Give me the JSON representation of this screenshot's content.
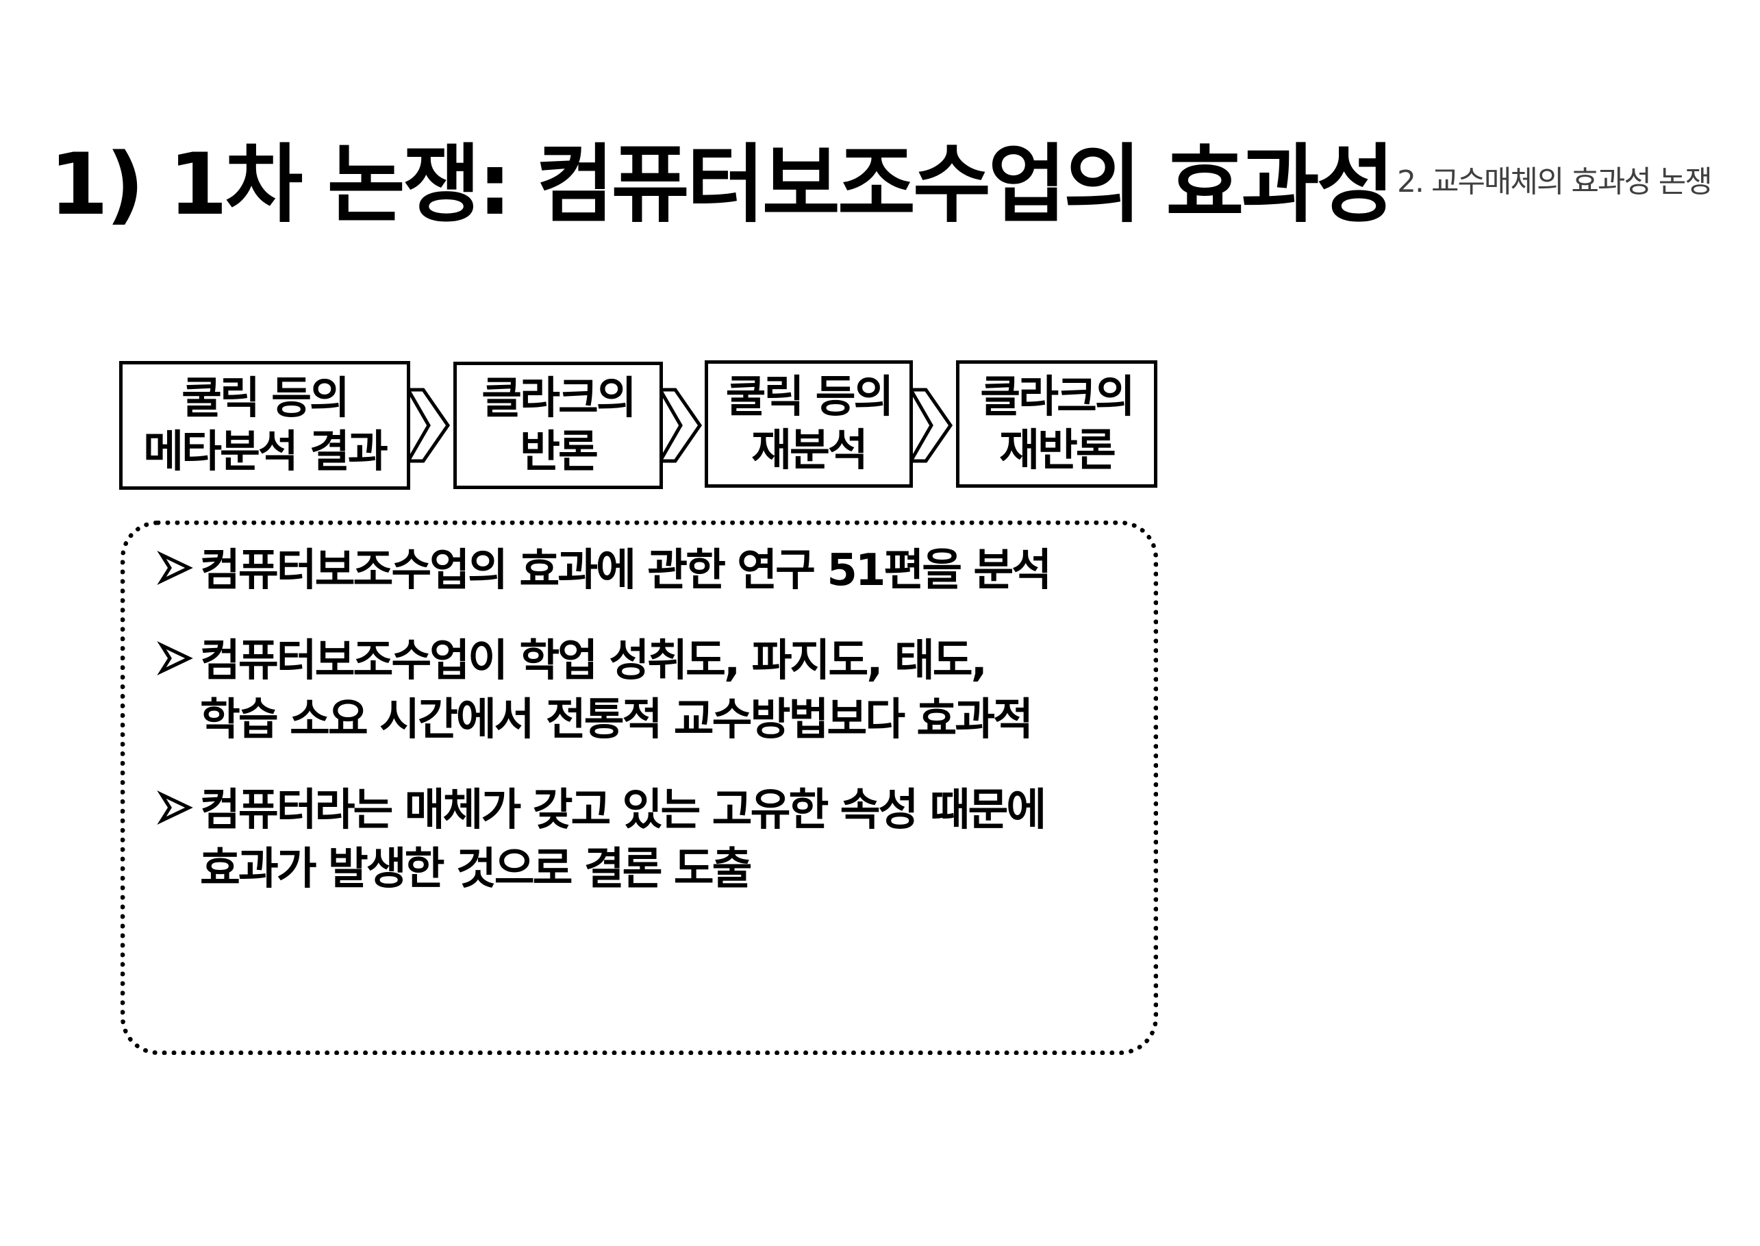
{
  "header": {
    "title": "1) 1차 논쟁: 컴퓨터보조수업의 효과성",
    "section_label": "2. 교수매체의 효과성 논쟁"
  },
  "flow": [
    {
      "line1": "쿨릭 등의",
      "line2": "메타분석 결과"
    },
    {
      "line1": "클라크의",
      "line2": "반론"
    },
    {
      "line1": "쿨릭 등의",
      "line2": "재분석"
    },
    {
      "line1": "클라크의",
      "line2": "재반론"
    }
  ],
  "bullets": [
    {
      "line1": "컴퓨터보조수업의 효과에 관한 연구 51편을 분석",
      "line2": ""
    },
    {
      "line1": "컴퓨터보조수업이 학업 성취도, 파지도, 태도,",
      "line2": "학습 소요 시간에서 전통적 교수방법보다 효과적"
    },
    {
      "line1": "컴퓨터라는 매체가 갖고 있는 고유한 속성 때문에",
      "line2": "효과가 발생한 것으로 결론 도출"
    }
  ],
  "icons": {
    "flow_arrow": "chevron-arrow-icon",
    "bullet_marker": "arrowhead-bullet-icon"
  }
}
